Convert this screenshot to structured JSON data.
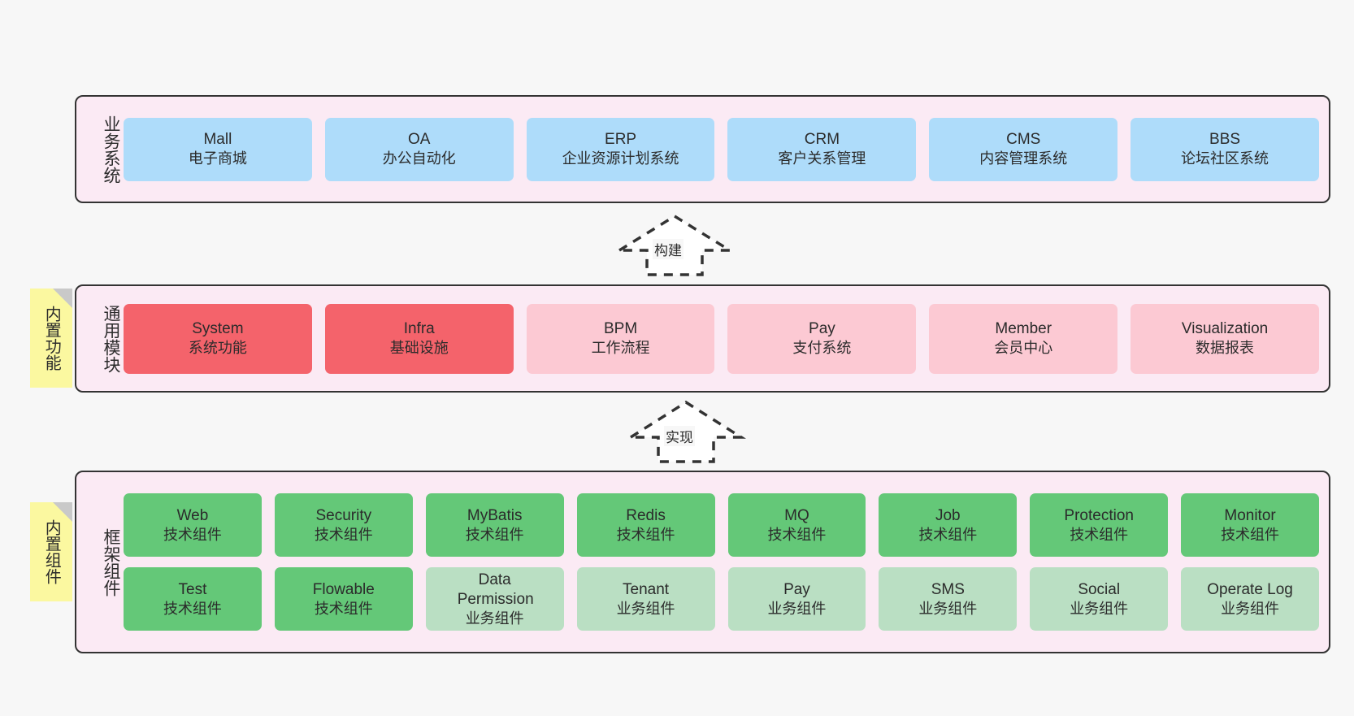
{
  "layers": [
    {
      "id": "business-systems",
      "title": "业务系统",
      "rows": [
        {
          "style": "blue",
          "cards": [
            {
              "name": "Mall",
              "desc": "电子商城"
            },
            {
              "name": "OA",
              "desc": "办公自动化"
            },
            {
              "name": "ERP",
              "desc": "企业资源计划系统"
            },
            {
              "name": "CRM",
              "desc": "客户关系管理"
            },
            {
              "name": "CMS",
              "desc": "内容管理系统"
            },
            {
              "name": "BBS",
              "desc": "论坛社区系统"
            }
          ]
        }
      ]
    },
    {
      "id": "common-modules",
      "title": "通用模块",
      "note": "内置功能",
      "rows": [
        {
          "cards": [
            {
              "name": "System",
              "desc": "系统功能",
              "style": "red"
            },
            {
              "name": "Infra",
              "desc": "基础设施",
              "style": "red"
            },
            {
              "name": "BPM",
              "desc": "工作流程",
              "style": "pink"
            },
            {
              "name": "Pay",
              "desc": "支付系统",
              "style": "pink"
            },
            {
              "name": "Member",
              "desc": "会员中心",
              "style": "pink"
            },
            {
              "name": "Visualization",
              "desc": "数据报表",
              "style": "pink"
            }
          ]
        }
      ]
    },
    {
      "id": "framework-components",
      "title": "框架组件",
      "note": "内置组件",
      "rows": [
        {
          "cards": [
            {
              "name": "Web",
              "desc": "技术组件",
              "style": "green"
            },
            {
              "name": "Security",
              "desc": "技术组件",
              "style": "green"
            },
            {
              "name": "MyBatis",
              "desc": "技术组件",
              "style": "green"
            },
            {
              "name": "Redis",
              "desc": "技术组件",
              "style": "green"
            },
            {
              "name": "MQ",
              "desc": "技术组件",
              "style": "green"
            },
            {
              "name": "Job",
              "desc": "技术组件",
              "style": "green"
            },
            {
              "name": "Protection",
              "desc": "技术组件",
              "style": "green"
            },
            {
              "name": "Monitor",
              "desc": "技术组件",
              "style": "green"
            }
          ]
        },
        {
          "cards": [
            {
              "name": "Test",
              "desc": "技术组件",
              "style": "green"
            },
            {
              "name": "Flowable",
              "desc": "技术组件",
              "style": "green"
            },
            {
              "name": "Data Permission",
              "desc": "业务组件",
              "style": "lgreen"
            },
            {
              "name": "Tenant",
              "desc": "业务组件",
              "style": "lgreen"
            },
            {
              "name": "Pay",
              "desc": "业务组件",
              "style": "lgreen"
            },
            {
              "name": "SMS",
              "desc": "业务组件",
              "style": "lgreen"
            },
            {
              "name": "Social",
              "desc": "业务组件",
              "style": "lgreen"
            },
            {
              "name": "Operate Log",
              "desc": "业务组件",
              "style": "lgreen"
            }
          ]
        }
      ]
    }
  ],
  "arrows": [
    {
      "id": "build",
      "label": "构建"
    },
    {
      "id": "implement",
      "label": "实现"
    }
  ],
  "colors": {
    "background": "#f7f7f7",
    "layer_fill": "#fbeaf4",
    "layer_border": "#333333",
    "note_fill": "#fbf8a0",
    "note_fold": "#c9c9c9",
    "blue": "#aedcfa",
    "red": "#f4636b",
    "pink": "#fcc9d3",
    "green": "#64c878",
    "light_green": "#badfc3",
    "text": "#2b2b2b"
  }
}
